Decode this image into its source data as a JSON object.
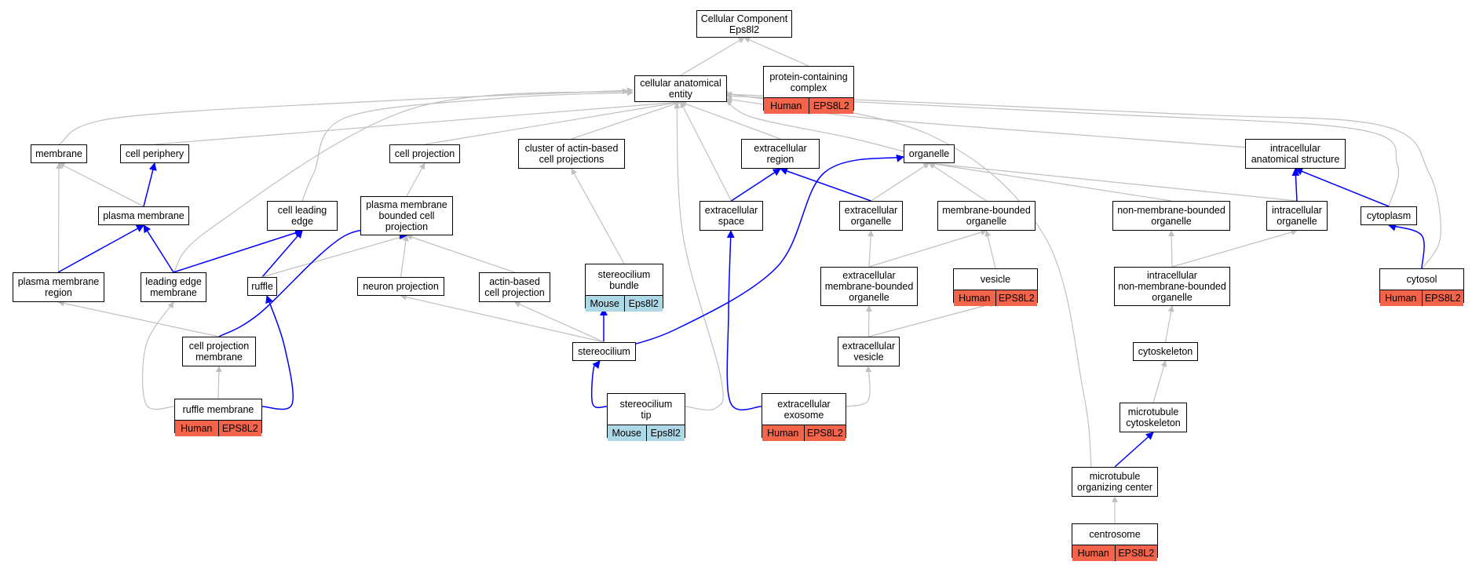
{
  "diagram": {
    "colors": {
      "is_a_edge": "#c0c0c0",
      "part_of_edge": "#0000ff",
      "human": "#f4644b",
      "mouse": "#add8e6"
    },
    "nodes": {
      "cc": {
        "lines": [
          "Cellular Component",
          "Eps8l2"
        ]
      },
      "pcc": {
        "lines": [
          "protein-containing",
          "complex"
        ],
        "species": "Human",
        "gene": "EPS8L2"
      },
      "cae": {
        "lines": [
          "cellular anatomical",
          "entity"
        ]
      },
      "mem": {
        "lines": [
          "membrane"
        ]
      },
      "cper": {
        "lines": [
          "cell periphery"
        ]
      },
      "cproj": {
        "lines": [
          "cell projection"
        ]
      },
      "cabp": {
        "lines": [
          "cluster of actin-based",
          "cell projections"
        ]
      },
      "exr": {
        "lines": [
          "extracellular",
          "region"
        ]
      },
      "org": {
        "lines": [
          "organelle"
        ]
      },
      "ias": {
        "lines": [
          "intracellular",
          "anatomical structure"
        ]
      },
      "pm": {
        "lines": [
          "plasma membrane"
        ]
      },
      "cle": {
        "lines": [
          "cell leading",
          "edge"
        ]
      },
      "pmbcp": {
        "lines": [
          "plasma membrane",
          "bounded cell",
          "projection"
        ]
      },
      "exsp": {
        "lines": [
          "extracellular",
          "space"
        ]
      },
      "exorg": {
        "lines": [
          "extracellular",
          "organelle"
        ]
      },
      "mbo": {
        "lines": [
          "membrane-bounded",
          "organelle"
        ]
      },
      "nmbo": {
        "lines": [
          "non-membrane-bounded",
          "organelle"
        ]
      },
      "iorg": {
        "lines": [
          "intracellular",
          "organelle"
        ]
      },
      "cyto": {
        "lines": [
          "cytoplasm"
        ]
      },
      "pmr": {
        "lines": [
          "plasma membrane",
          "region"
        ]
      },
      "lem": {
        "lines": [
          "leading edge",
          "membrane"
        ]
      },
      "ruf": {
        "lines": [
          "ruffle"
        ]
      },
      "np": {
        "lines": [
          "neuron projection"
        ]
      },
      "abcp": {
        "lines": [
          "actin-based",
          "cell projection"
        ]
      },
      "stb": {
        "lines": [
          "stereocilium",
          "bundle"
        ],
        "species": "Mouse",
        "gene": "Eps8l2"
      },
      "exmbo": {
        "lines": [
          "extracellular",
          "membrane-bounded",
          "organelle"
        ]
      },
      "ves": {
        "lines": [
          "vesicle"
        ],
        "species": "Human",
        "gene": "EPS8L2"
      },
      "inmbo": {
        "lines": [
          "intracellular",
          "non-membrane-bounded",
          "organelle"
        ]
      },
      "cytos": {
        "lines": [
          "cytosol"
        ],
        "species": "Human",
        "gene": "EPS8L2"
      },
      "cpm": {
        "lines": [
          "cell projection",
          "membrane"
        ]
      },
      "st": {
        "lines": [
          "stereocilium"
        ]
      },
      "exves": {
        "lines": [
          "extracellular",
          "vesicle"
        ]
      },
      "csk": {
        "lines": [
          "cytoskeleton"
        ]
      },
      "rm": {
        "lines": [
          "ruffle membrane"
        ],
        "species": "Human",
        "gene": "EPS8L2"
      },
      "stt": {
        "lines": [
          "stereocilium",
          "tip"
        ],
        "species": "Mouse",
        "gene": "Eps8l2"
      },
      "exo": {
        "lines": [
          "extracellular",
          "exosome"
        ],
        "species": "Human",
        "gene": "EPS8L2"
      },
      "mtc": {
        "lines": [
          "microtubule",
          "cytoskeleton"
        ]
      },
      "mtoc": {
        "lines": [
          "microtubule",
          "organizing center"
        ]
      },
      "cent": {
        "lines": [
          "centrosome"
        ],
        "species": "Human",
        "gene": "EPS8L2"
      }
    },
    "edges": [
      {
        "from": "cae",
        "to": "cc",
        "type": "is_a"
      },
      {
        "from": "pcc",
        "to": "cc",
        "type": "is_a"
      },
      {
        "from": "mem",
        "to": "cae",
        "type": "is_a"
      },
      {
        "from": "cper",
        "to": "cae",
        "type": "is_a"
      },
      {
        "from": "cproj",
        "to": "cae",
        "type": "is_a"
      },
      {
        "from": "cabp",
        "to": "cae",
        "type": "is_a"
      },
      {
        "from": "exr",
        "to": "cae",
        "type": "is_a"
      },
      {
        "from": "org",
        "to": "cae",
        "type": "is_a"
      },
      {
        "from": "ias",
        "to": "cae",
        "type": "is_a"
      },
      {
        "from": "cle",
        "to": "cae",
        "type": "is_a"
      },
      {
        "from": "lem",
        "to": "cae",
        "type": "is_a"
      },
      {
        "from": "exsp",
        "to": "cae",
        "type": "is_a"
      },
      {
        "from": "stt",
        "to": "cae",
        "type": "is_a"
      },
      {
        "from": "mtoc",
        "to": "cae",
        "type": "is_a"
      },
      {
        "from": "cyto",
        "to": "cae",
        "type": "is_a"
      },
      {
        "from": "cytos",
        "to": "cae",
        "type": "is_a"
      },
      {
        "from": "pm",
        "to": "mem",
        "type": "is_a"
      },
      {
        "from": "pm",
        "to": "cper",
        "type": "part_of"
      },
      {
        "from": "pmr",
        "to": "mem",
        "type": "is_a"
      },
      {
        "from": "pmr",
        "to": "pm",
        "type": "part_of"
      },
      {
        "from": "lem",
        "to": "pm",
        "type": "part_of"
      },
      {
        "from": "lem",
        "to": "cle",
        "type": "part_of"
      },
      {
        "from": "ruf",
        "to": "cle",
        "type": "part_of"
      },
      {
        "from": "ruf",
        "to": "pmbcp",
        "type": "is_a"
      },
      {
        "from": "pmbcp",
        "to": "cproj",
        "type": "is_a"
      },
      {
        "from": "np",
        "to": "pmbcp",
        "type": "is_a"
      },
      {
        "from": "abcp",
        "to": "pmbcp",
        "type": "is_a"
      },
      {
        "from": "stb",
        "to": "cabp",
        "type": "is_a"
      },
      {
        "from": "st",
        "to": "stb",
        "type": "part_of"
      },
      {
        "from": "st",
        "to": "np",
        "type": "is_a"
      },
      {
        "from": "st",
        "to": "abcp",
        "type": "is_a"
      },
      {
        "from": "st",
        "to": "org",
        "type": "part_of"
      },
      {
        "from": "stt",
        "to": "st",
        "type": "part_of"
      },
      {
        "from": "cpm",
        "to": "pmr",
        "type": "is_a"
      },
      {
        "from": "cpm",
        "to": "pmbcp",
        "type": "part_of"
      },
      {
        "from": "rm",
        "to": "cpm",
        "type": "is_a"
      },
      {
        "from": "rm",
        "to": "lem",
        "type": "is_a"
      },
      {
        "from": "rm",
        "to": "ruf",
        "type": "part_of"
      },
      {
        "from": "exsp",
        "to": "exr",
        "type": "part_of"
      },
      {
        "from": "exorg",
        "to": "exr",
        "type": "part_of"
      },
      {
        "from": "exorg",
        "to": "org",
        "type": "is_a"
      },
      {
        "from": "mbo",
        "to": "org",
        "type": "is_a"
      },
      {
        "from": "nmbo",
        "to": "org",
        "type": "is_a"
      },
      {
        "from": "iorg",
        "to": "org",
        "type": "is_a"
      },
      {
        "from": "iorg",
        "to": "ias",
        "type": "part_of"
      },
      {
        "from": "cyto",
        "to": "ias",
        "type": "part_of"
      },
      {
        "from": "cytos",
        "to": "cyto",
        "type": "part_of"
      },
      {
        "from": "exmbo",
        "to": "exorg",
        "type": "is_a"
      },
      {
        "from": "exmbo",
        "to": "mbo",
        "type": "is_a"
      },
      {
        "from": "ves",
        "to": "mbo",
        "type": "is_a"
      },
      {
        "from": "exves",
        "to": "exmbo",
        "type": "is_a"
      },
      {
        "from": "exves",
        "to": "ves",
        "type": "is_a"
      },
      {
        "from": "exo",
        "to": "exves",
        "type": "is_a"
      },
      {
        "from": "exo",
        "to": "exsp",
        "type": "part_of"
      },
      {
        "from": "inmbo",
        "to": "nmbo",
        "type": "is_a"
      },
      {
        "from": "inmbo",
        "to": "iorg",
        "type": "is_a"
      },
      {
        "from": "csk",
        "to": "inmbo",
        "type": "is_a"
      },
      {
        "from": "mtc",
        "to": "csk",
        "type": "is_a"
      },
      {
        "from": "mtoc",
        "to": "mtc",
        "type": "part_of"
      },
      {
        "from": "cent",
        "to": "mtoc",
        "type": "is_a"
      }
    ]
  }
}
